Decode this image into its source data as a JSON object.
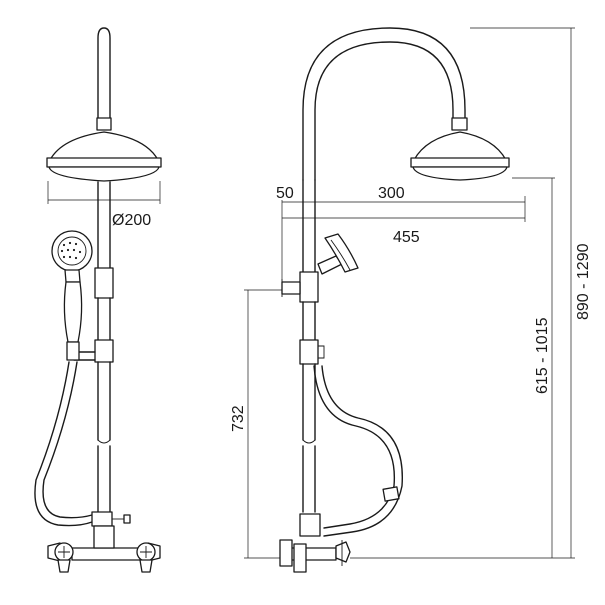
{
  "labels": {
    "diameter": "Ø200",
    "offset_50": "50",
    "arm_300": "300",
    "reach_455": "455",
    "mixer_height": "732",
    "slide_range": "615 - 1015",
    "total_height": "890 - 1290"
  }
}
